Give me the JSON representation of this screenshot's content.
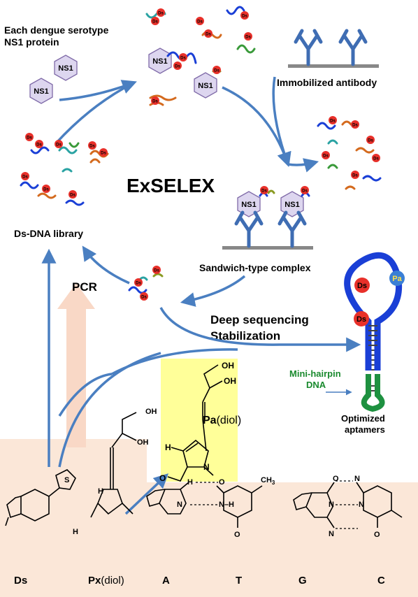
{
  "colors": {
    "arrow": "#4a7fc1",
    "ns1_fill": "#ddd6ef",
    "ns1_stroke": "#7f6aa8",
    "antibody": "#3f6db3",
    "surface": "#888888",
    "ds": "#e8302a",
    "pa": "#3a7fd5",
    "aptamer_blue": "#1a3fd6",
    "aptamer_green": "#1e9140",
    "bottom_panel": "#fbe7d8",
    "pa_box": "#ffff99",
    "pcr_arrow": "#f9d8c6",
    "mini_hairpin": "#1a8a2e"
  },
  "labels": {
    "serotype_line1": "Each dengue serotype",
    "serotype_line2": "NS1 protein",
    "ns1": "NS1",
    "ds": "Ds",
    "pa": "Pa",
    "immobilized_antibody": "Immobilized antibody",
    "exselex": "ExSELEX",
    "ds_dna_library": "Ds-DNA library",
    "sandwich_complex": "Sandwich-type complex",
    "pcr": "PCR",
    "deep_sequencing": "Deep sequencing",
    "stabilization": "Stabilization",
    "mini_hairpin_1": "Mini-hairpin",
    "mini_hairpin_2": "DNA",
    "optimized_1": "Optimized",
    "optimized_2": "aptamers",
    "pa_diol_bold": "Pa",
    "pa_diol_rest": "(diol)",
    "oh": "OH",
    "h": "H",
    "o": "O",
    "n": "N",
    "s": "S",
    "ch3": "CH",
    "nh": "N–H",
    "base_ds": "Ds",
    "base_px_bold": "Px",
    "base_px_rest": "(diol)",
    "base_a": "A",
    "base_t": "T",
    "base_g": "G",
    "base_c": "C"
  }
}
